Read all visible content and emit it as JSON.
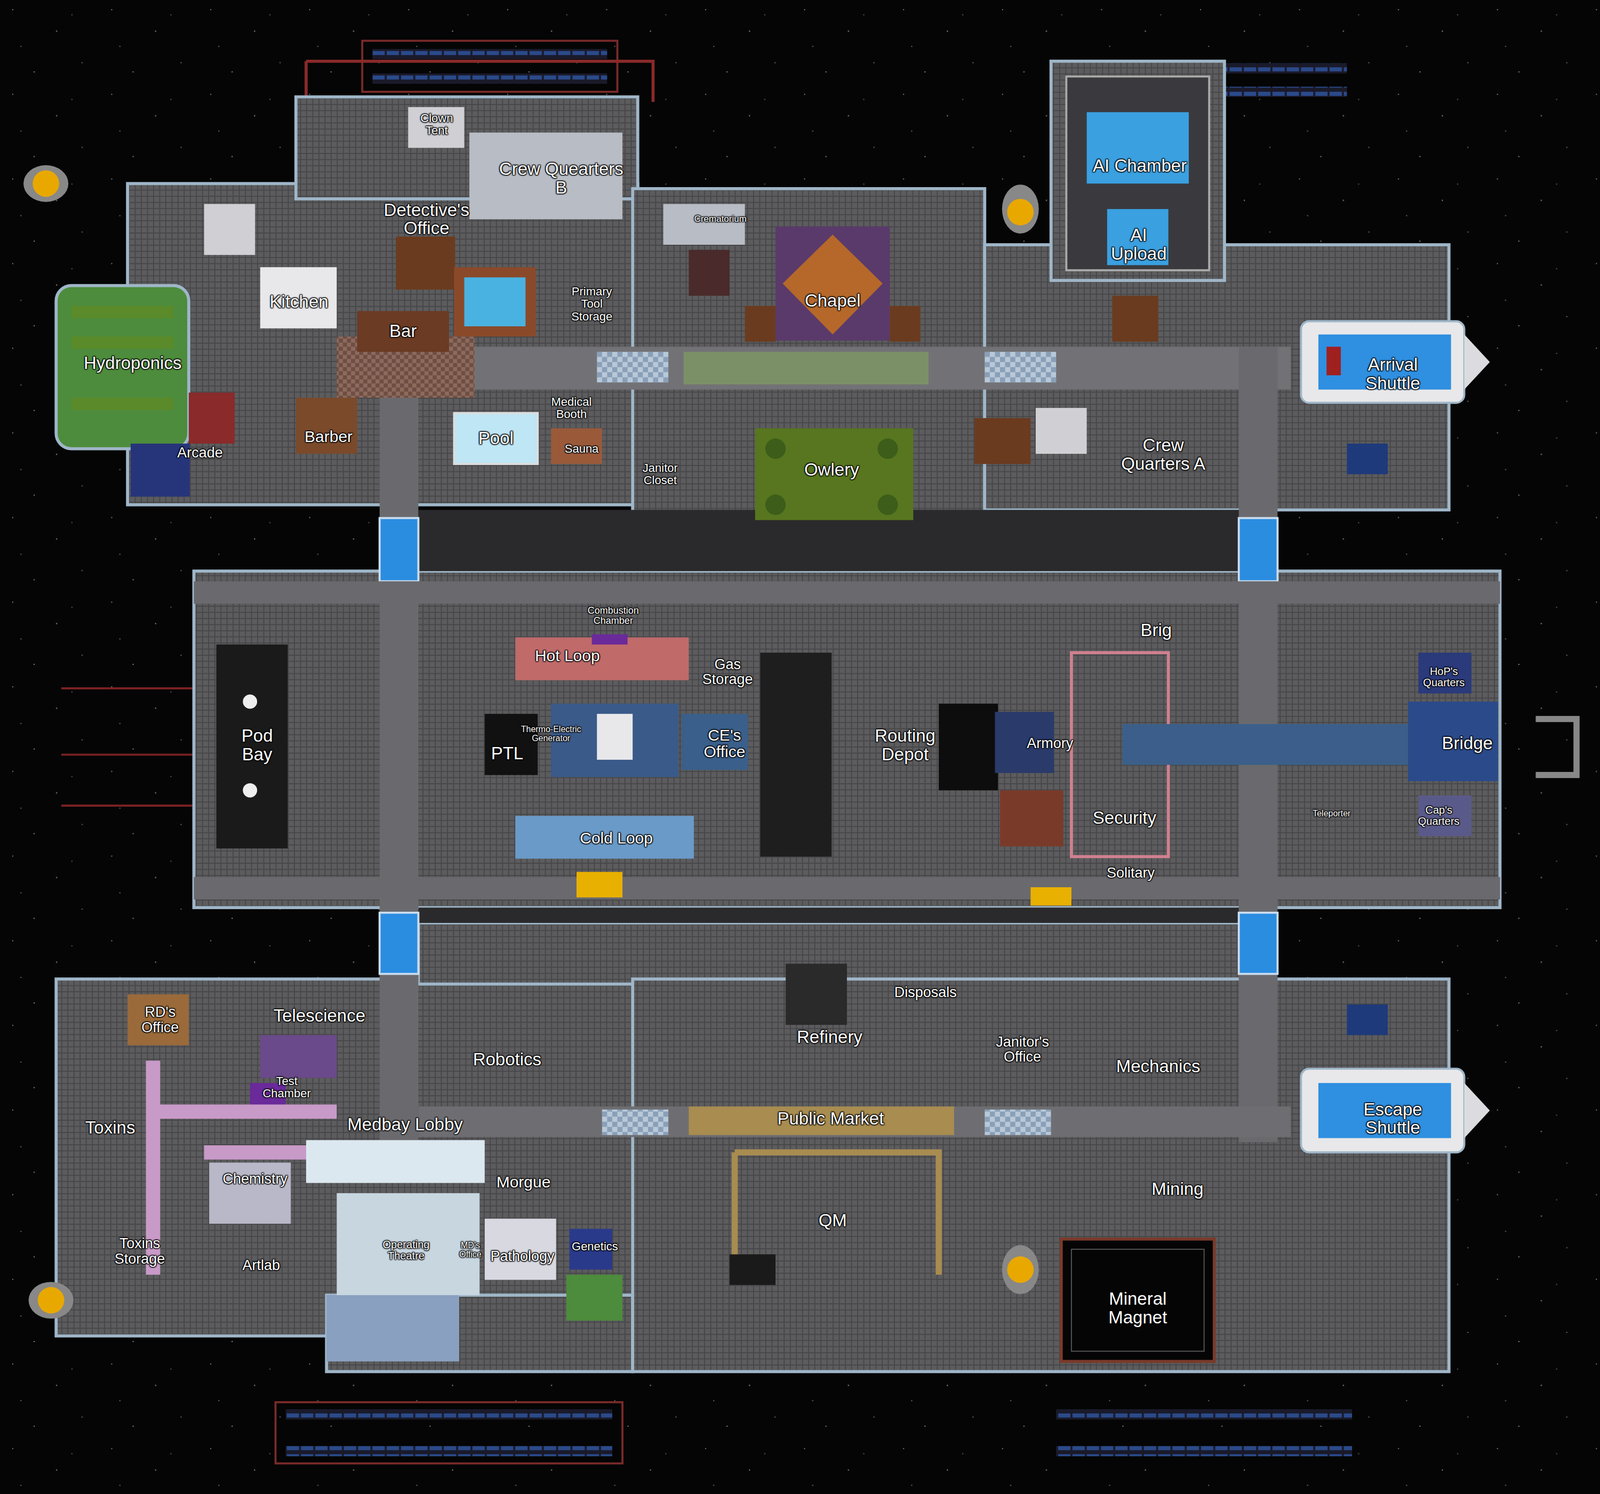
{
  "diagram": {
    "labels": [
      "Clown Tent",
      "Crew Quearters B",
      "Detective's Office",
      "Crematorium",
      "AI Chamber",
      "AI Upload",
      "Kitchen",
      "Bar",
      "Primary Tool Storage",
      "Chapel",
      "Hydroponics",
      "Arrival Shuttle",
      "Medical Booth",
      "Pool",
      "Barber",
      "Sauna",
      "Arcade",
      "Janitor Closet",
      "Owlery",
      "Crew Quarters A",
      "Combustion Chamber",
      "Brig",
      "Hot Loop",
      "Gas Storage",
      "HoP's Quarters",
      "Pod Bay",
      "Thermo-Electric Generator",
      "PTL",
      "CE's Office",
      "Routing Depot",
      "Armory",
      "Bridge",
      "Security",
      "Cap's Quarters",
      "Teleporter",
      "Cold Loop",
      "Solitary",
      "RD's Office",
      "Telescience",
      "Disposals",
      "Refinery",
      "Janitor's Office",
      "Mechanics",
      "Robotics",
      "Test Chamber",
      "Toxins",
      "Medbay Lobby",
      "Public Market",
      "Escape Shuttle",
      "Chemistry",
      "Morgue",
      "Mining",
      "Toxins Storage",
      "Operating Theatre",
      "MD's Office",
      "Pathology",
      "Genetics",
      "Artlab",
      "QM",
      "Mineral Magnet"
    ]
  }
}
